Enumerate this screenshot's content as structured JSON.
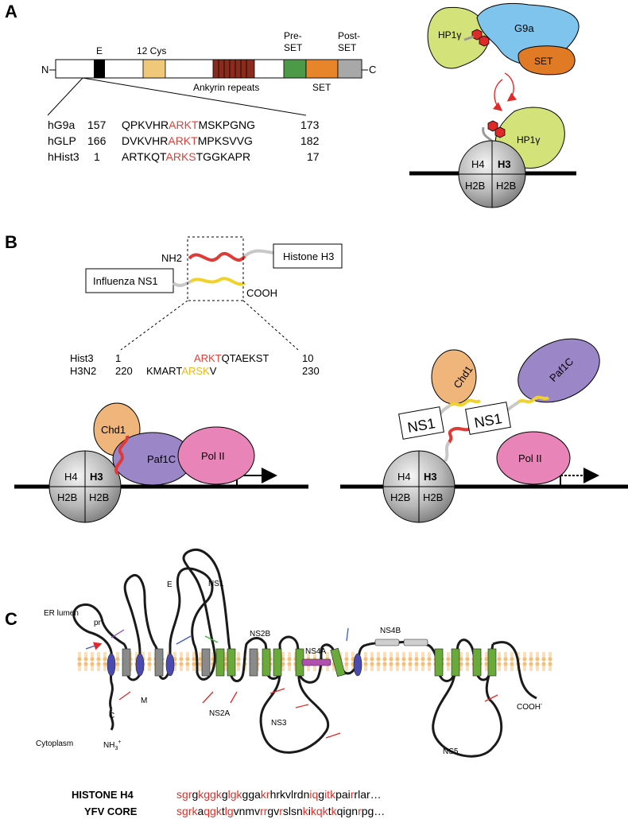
{
  "panelA": {
    "label": "A",
    "domains": {
      "E": "E",
      "cys": "12 Cys",
      "ankyrin": "Ankyrin repeats",
      "pre": [
        "Pre-",
        "SET"
      ],
      "set": "SET",
      "post": [
        "Post-",
        "SET"
      ],
      "n": "N",
      "c": "C"
    },
    "alignment": [
      {
        "name": "hG9a",
        "start": "157",
        "pre": "QPKVHR",
        "motif": "ARKT",
        "post": "MSKPGNG",
        "end": "173"
      },
      {
        "name": "hGLP",
        "start": "166",
        "pre": "DVKVHR",
        "motif": "ARKT",
        "post": "MPKSVVG",
        "end": "182"
      },
      {
        "name": "hHist3",
        "start": "1",
        "pre": "ARTKQT",
        "motif": "ARKS",
        "post": "TGGKAPR",
        "end": "17"
      }
    ],
    "cartoon": {
      "hp1_top": "HP1γ",
      "g9a": "G9a",
      "set": "SET",
      "hp1_bottom": "HP1γ"
    },
    "nucleosome": {
      "h4": "H4",
      "h3": "H3",
      "h2b_left": "H2B",
      "h2b_right": "H2B"
    },
    "colors": {
      "E": "#000000",
      "cys": "#efc87a",
      "ankyrin": "#8b2b1e",
      "preset": "#4c9a48",
      "set": "#e8852a",
      "postset": "#a8a8a8",
      "motif": "#e0403a",
      "hp1": "#d4e27a",
      "g9a": "#7ec4ec",
      "set_blob": "#e07a24",
      "hex": "#e02a2a"
    }
  },
  "panelB": {
    "label": "B",
    "nh2": "NH2",
    "cooh": "COOH",
    "histone_box": "Histone H3",
    "ns1_box": "Influenza NS1",
    "alignment": [
      {
        "name": "Hist3",
        "start": "1",
        "pre": "",
        "motif": "ARKT",
        "post": "QTAEKST",
        "end": "10",
        "motif_color": "#e0403a"
      },
      {
        "name": "H3N2",
        "start": "220",
        "pre": "KMART",
        "motif": "ARSK",
        "post": "V",
        "end": "230",
        "motif_color": "#e8b820"
      }
    ],
    "left": {
      "chd1": "Chd1",
      "paf1c": "Paf1C",
      "polii": "Pol II",
      "h4": "H4",
      "h3": "H3",
      "h2b_left": "H2B",
      "h2b_right": "H2B"
    },
    "right": {
      "chd1": "Chd1",
      "paf1c": "Paf1C",
      "polii": "Pol II",
      "ns1_a": "NS1",
      "ns1_b": "NS1",
      "h4": "H4",
      "h3": "H3",
      "h2b_left": "H2B",
      "h2b_right": "H2B"
    },
    "colors": {
      "chd1": "#efb57a",
      "paf1c": "#9b86c8",
      "polii": "#e884b8",
      "red_tail": "#e03a36",
      "yellow_tail": "#f0d22a"
    }
  },
  "panelC": {
    "label": "C",
    "er_lumen": "ER lumen",
    "cytoplasm": "Cytoplasm",
    "nh3": "NH",
    "nh3_sub": "3",
    "nh3_sup": "+",
    "cooh": "COOH",
    "cooh_sup": "-",
    "proteins": {
      "pr": "pr",
      "E": "E",
      "NS1": "NS1",
      "C": "C",
      "M": "M",
      "NS2A": "NS2A",
      "NS2B": "NS2B",
      "NS3": "NS3",
      "NS4A": "NS4A",
      "NS4B": "NS4B",
      "NS5": "NS5"
    },
    "sequences": [
      {
        "name": "HISTONE H4",
        "parts": [
          {
            "t": "sgr",
            "r": true
          },
          {
            "t": "g",
            "r": false
          },
          {
            "t": "kggk",
            "r": true
          },
          {
            "t": "g",
            "r": false
          },
          {
            "t": "lgk",
            "r": true
          },
          {
            "t": "gga",
            "r": false
          },
          {
            "t": "kr",
            "r": true
          },
          {
            "t": "hrkvlrdn",
            "r": false
          },
          {
            "t": "iq",
            "r": true
          },
          {
            "t": "g",
            "r": false
          },
          {
            "t": "itk",
            "r": true
          },
          {
            "t": "pai",
            "r": false
          },
          {
            "t": "r",
            "r": true
          },
          {
            "t": "rlar…",
            "r": false
          }
        ]
      },
      {
        "name": "YFV CORE",
        "parts": [
          {
            "t": "sgrk",
            "r": true
          },
          {
            "t": "a",
            "r": false
          },
          {
            "t": "qgk",
            "r": true
          },
          {
            "t": "t",
            "r": false
          },
          {
            "t": "lg",
            "r": true
          },
          {
            "t": "vnmv",
            "r": false
          },
          {
            "t": "rr",
            "r": true
          },
          {
            "t": "gv",
            "r": false
          },
          {
            "t": "r",
            "r": true
          },
          {
            "t": "slsn",
            "r": false
          },
          {
            "t": "k",
            "r": true
          },
          {
            "t": "i",
            "r": false
          },
          {
            "t": "kqk",
            "r": true
          },
          {
            "t": "t",
            "r": false
          },
          {
            "t": "k",
            "r": true
          },
          {
            "t": "qign",
            "r": false
          },
          {
            "t": "r",
            "r": true
          },
          {
            "t": "pg…",
            "r": false
          }
        ]
      }
    ],
    "colors": {
      "membrane": "#f2c07a",
      "helix_green": "#6aaa3a",
      "helix_blue": "#4a4ab0",
      "helix_gray": "#8a8a8a",
      "arrow_red": "#e02a2a",
      "arrow_blue": "#3a5ac8",
      "arrow_purple": "#9040c0",
      "arrow_green": "#40b040",
      "ns4a_box": "#b050b0",
      "red_residue": "#e0302a"
    }
  }
}
